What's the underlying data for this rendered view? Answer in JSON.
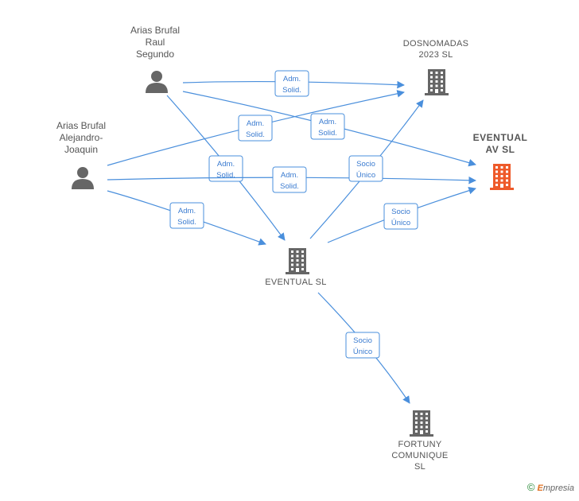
{
  "nodes": [
    {
      "id": "raul",
      "type": "person",
      "label_lines": [
        "Arias Brufal",
        "Raul",
        "Segundo"
      ],
      "color": "#666666"
    },
    {
      "id": "alejandro",
      "type": "person",
      "label_lines": [
        "Arias Brufal",
        "Alejandro-",
        "Joaquin"
      ],
      "color": "#666666"
    },
    {
      "id": "dosnomadas",
      "type": "company",
      "label_lines": [
        "DOSNOMADAS",
        "2023  SL"
      ],
      "color": "#666666"
    },
    {
      "id": "eventual_av",
      "type": "company",
      "label_lines": [
        "EVENTUAL",
        "AV  SL"
      ],
      "color": "#ee5a2a",
      "highlight": true
    },
    {
      "id": "eventual",
      "type": "company",
      "label_lines": [
        "EVENTUAL SL"
      ],
      "color": "#666666"
    },
    {
      "id": "fortuny",
      "type": "company",
      "label_lines": [
        "FORTUNY",
        "COMUNIQUE",
        "SL"
      ],
      "color": "#666666"
    }
  ],
  "edges": [
    {
      "from": "raul",
      "to": "dosnomadas",
      "label_lines": [
        "Adm.",
        "Solid."
      ]
    },
    {
      "from": "raul",
      "to": "eventual_av",
      "label_lines": [
        "Adm.",
        "Solid."
      ]
    },
    {
      "from": "raul",
      "to": "eventual",
      "label_lines": [
        "Adm.",
        "Solid."
      ]
    },
    {
      "from": "alejandro",
      "to": "dosnomadas",
      "label_lines": [
        "Adm.",
        "Solid."
      ]
    },
    {
      "from": "alejandro",
      "to": "eventual_av",
      "label_lines": [
        "Adm.",
        "Solid."
      ]
    },
    {
      "from": "alejandro",
      "to": "eventual",
      "label_lines": [
        "Adm.",
        "Solid."
      ]
    },
    {
      "from": "eventual",
      "to": "dosnomadas",
      "label_lines": [
        "Socio",
        "Único"
      ]
    },
    {
      "from": "eventual",
      "to": "eventual_av",
      "label_lines": [
        "Socio",
        "Único"
      ]
    },
    {
      "from": "eventual",
      "to": "fortuny",
      "label_lines": [
        "Socio",
        "Único"
      ]
    }
  ],
  "footer": {
    "copyright": "©",
    "brand_initial": "E",
    "brand_rest": "mpresia"
  },
  "colors": {
    "edge": "#4a8fdc",
    "node": "#666666",
    "highlight": "#ee5a2a"
  }
}
